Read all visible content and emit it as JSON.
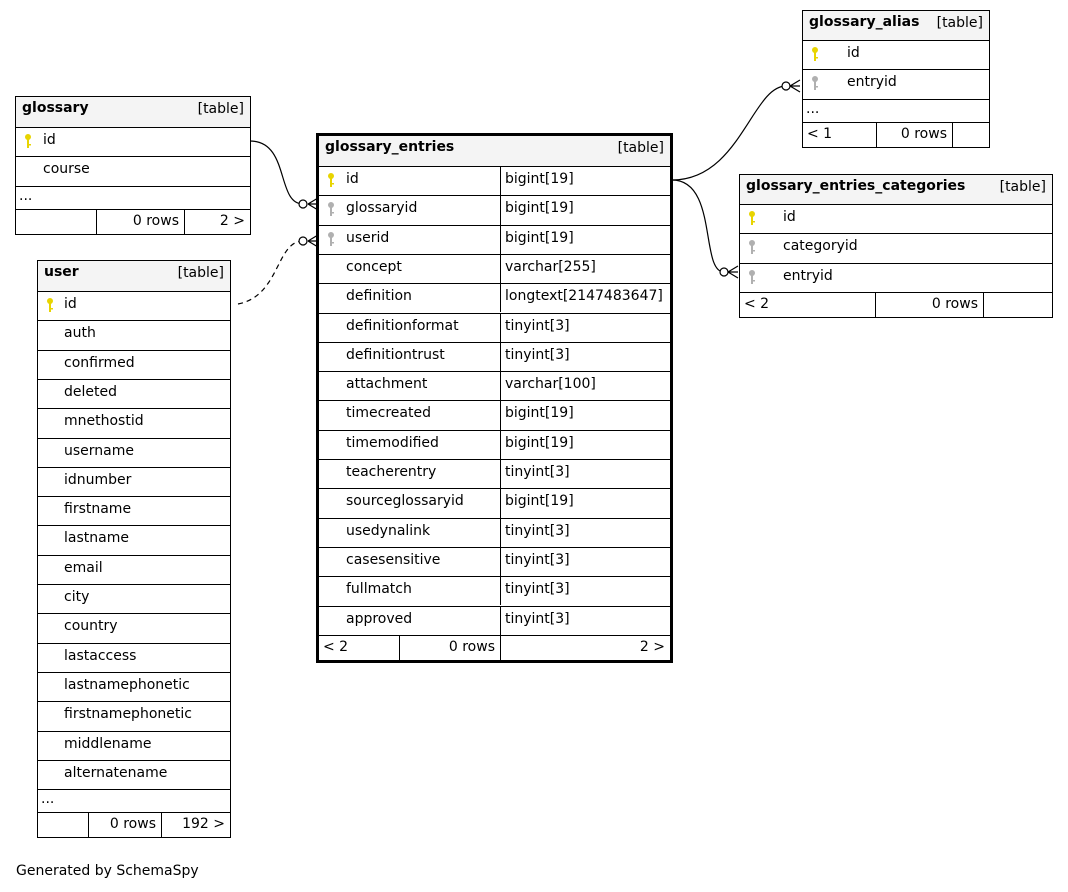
{
  "footer": "Generated by SchemaSpy",
  "colors": {
    "primary_key": "#e8d400",
    "foreign_key": "#b0b0b0",
    "header_bg": "#f4f4f4"
  },
  "tables": {
    "glossary_alias": {
      "name": "glossary_alias",
      "kind": "[table]",
      "columns": [
        {
          "name": "id",
          "key": "primary"
        },
        {
          "name": "entryid",
          "key": "foreign"
        }
      ],
      "ellipsis": "...",
      "footer": {
        "parents": "< 1",
        "rows": "0 rows",
        "children": ""
      }
    },
    "glossary": {
      "name": "glossary",
      "kind": "[table]",
      "columns": [
        {
          "name": "id",
          "key": "primary"
        },
        {
          "name": "course",
          "key": ""
        }
      ],
      "ellipsis": "...",
      "footer": {
        "parents": "",
        "rows": "0 rows",
        "children": "2 >"
      }
    },
    "glossary_entries": {
      "name": "glossary_entries",
      "kind": "[table]",
      "columns": [
        {
          "name": "id",
          "type": "bigint[19]",
          "key": "primary"
        },
        {
          "name": "glossaryid",
          "type": "bigint[19]",
          "key": "foreign"
        },
        {
          "name": "userid",
          "type": "bigint[19]",
          "key": "foreign"
        },
        {
          "name": "concept",
          "type": "varchar[255]",
          "key": ""
        },
        {
          "name": "definition",
          "type": "longtext[2147483647]",
          "key": ""
        },
        {
          "name": "definitionformat",
          "type": "tinyint[3]",
          "key": ""
        },
        {
          "name": "definitiontrust",
          "type": "tinyint[3]",
          "key": ""
        },
        {
          "name": "attachment",
          "type": "varchar[100]",
          "key": ""
        },
        {
          "name": "timecreated",
          "type": "bigint[19]",
          "key": ""
        },
        {
          "name": "timemodified",
          "type": "bigint[19]",
          "key": ""
        },
        {
          "name": "teacherentry",
          "type": "tinyint[3]",
          "key": ""
        },
        {
          "name": "sourceglossaryid",
          "type": "bigint[19]",
          "key": ""
        },
        {
          "name": "usedynalink",
          "type": "tinyint[3]",
          "key": ""
        },
        {
          "name": "casesensitive",
          "type": "tinyint[3]",
          "key": ""
        },
        {
          "name": "fullmatch",
          "type": "tinyint[3]",
          "key": ""
        },
        {
          "name": "approved",
          "type": "tinyint[3]",
          "key": ""
        }
      ],
      "footer": {
        "parents": "< 2",
        "rows": "0 rows",
        "children": "2 >"
      }
    },
    "glossary_entries_categories": {
      "name": "glossary_entries_categories",
      "kind": "[table]",
      "columns": [
        {
          "name": "id",
          "key": "primary"
        },
        {
          "name": "categoryid",
          "key": "foreign"
        },
        {
          "name": "entryid",
          "key": "foreign"
        }
      ],
      "footer": {
        "parents": "< 2",
        "rows": "0 rows",
        "children": ""
      }
    },
    "user": {
      "name": "user",
      "kind": "[table]",
      "columns": [
        {
          "name": "id",
          "key": "primary"
        },
        {
          "name": "auth",
          "key": ""
        },
        {
          "name": "confirmed",
          "key": ""
        },
        {
          "name": "deleted",
          "key": ""
        },
        {
          "name": "mnethostid",
          "key": ""
        },
        {
          "name": "username",
          "key": ""
        },
        {
          "name": "idnumber",
          "key": ""
        },
        {
          "name": "firstname",
          "key": ""
        },
        {
          "name": "lastname",
          "key": ""
        },
        {
          "name": "email",
          "key": ""
        },
        {
          "name": "city",
          "key": ""
        },
        {
          "name": "country",
          "key": ""
        },
        {
          "name": "lastaccess",
          "key": ""
        },
        {
          "name": "lastnamephonetic",
          "key": ""
        },
        {
          "name": "firstnamephonetic",
          "key": ""
        },
        {
          "name": "middlename",
          "key": ""
        },
        {
          "name": "alternatename",
          "key": ""
        }
      ],
      "ellipsis": "...",
      "footer": {
        "parents": "",
        "rows": "0 rows",
        "children": "192 >"
      }
    }
  },
  "relationships": [
    {
      "from": "glossary_alias.entryid",
      "to": "glossary_entries.id",
      "style": "solid"
    },
    {
      "from": "glossary_entries_categories.entryid",
      "to": "glossary_entries.id",
      "style": "solid"
    },
    {
      "from": "glossary_entries.glossaryid",
      "to": "glossary.id",
      "style": "solid"
    },
    {
      "from": "glossary_entries.userid",
      "to": "user.id",
      "style": "dashed"
    }
  ]
}
